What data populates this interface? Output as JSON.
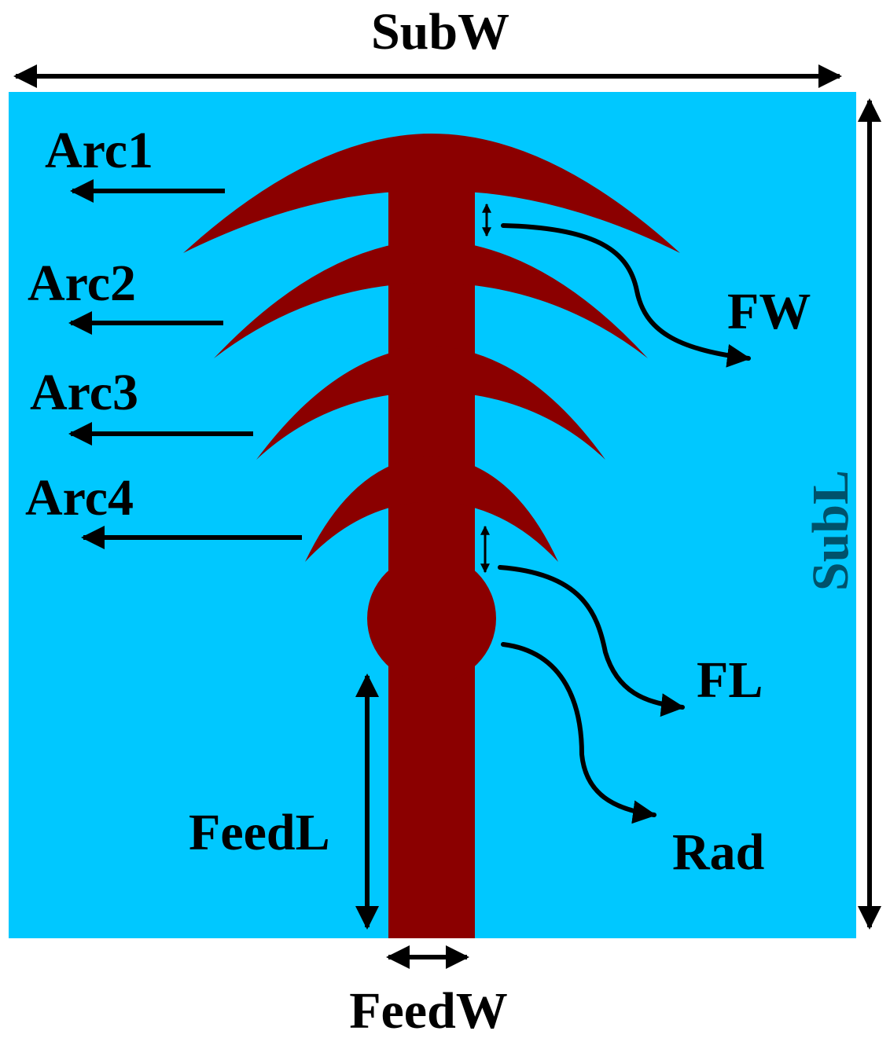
{
  "labels": {
    "sub_w": "SubW",
    "sub_l": "SubL",
    "arc1": "Arc1",
    "arc2": "Arc2",
    "arc3": "Arc3",
    "arc4": "Arc4",
    "fw": "FW",
    "fl": "FL",
    "rad": "Rad",
    "feed_l": "FeedL",
    "feed_w": "FeedW"
  },
  "colors": {
    "substrate": "#00C8FF",
    "patch": "#8B0000",
    "annotation": "#000000",
    "background": "#FFFFFF"
  }
}
